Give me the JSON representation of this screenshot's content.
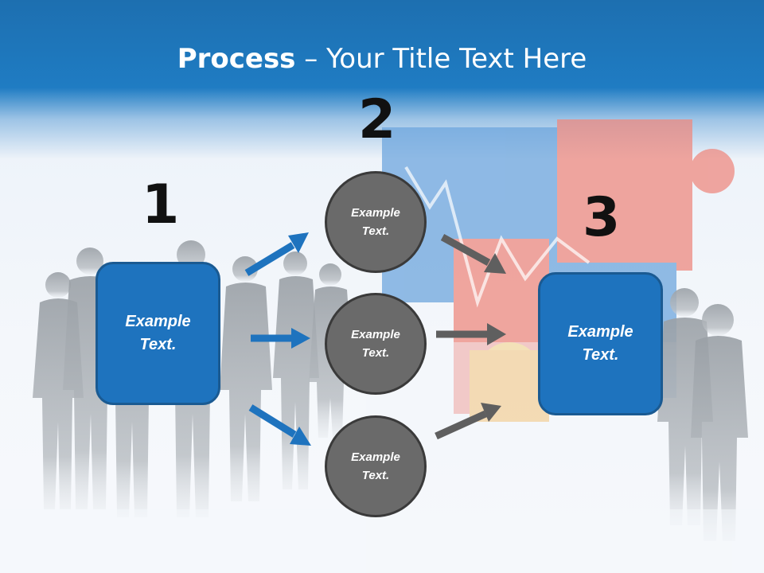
{
  "slide": {
    "title_bold": "Process",
    "title_rest": " – Your Title Text Here"
  },
  "steps": [
    {
      "number": "1",
      "text": "Example Text."
    },
    {
      "number": "2",
      "texts": [
        "Example Text.",
        "Example Text.",
        "Example Text."
      ]
    },
    {
      "number": "3",
      "text": "Example Text."
    }
  ],
  "colors": {
    "header": "#1f7cc3",
    "box_fill": "#1e73be",
    "circle_fill": "#6a6a6a",
    "arrow_blue": "#1e73be",
    "arrow_gray": "#5f5f5f"
  }
}
